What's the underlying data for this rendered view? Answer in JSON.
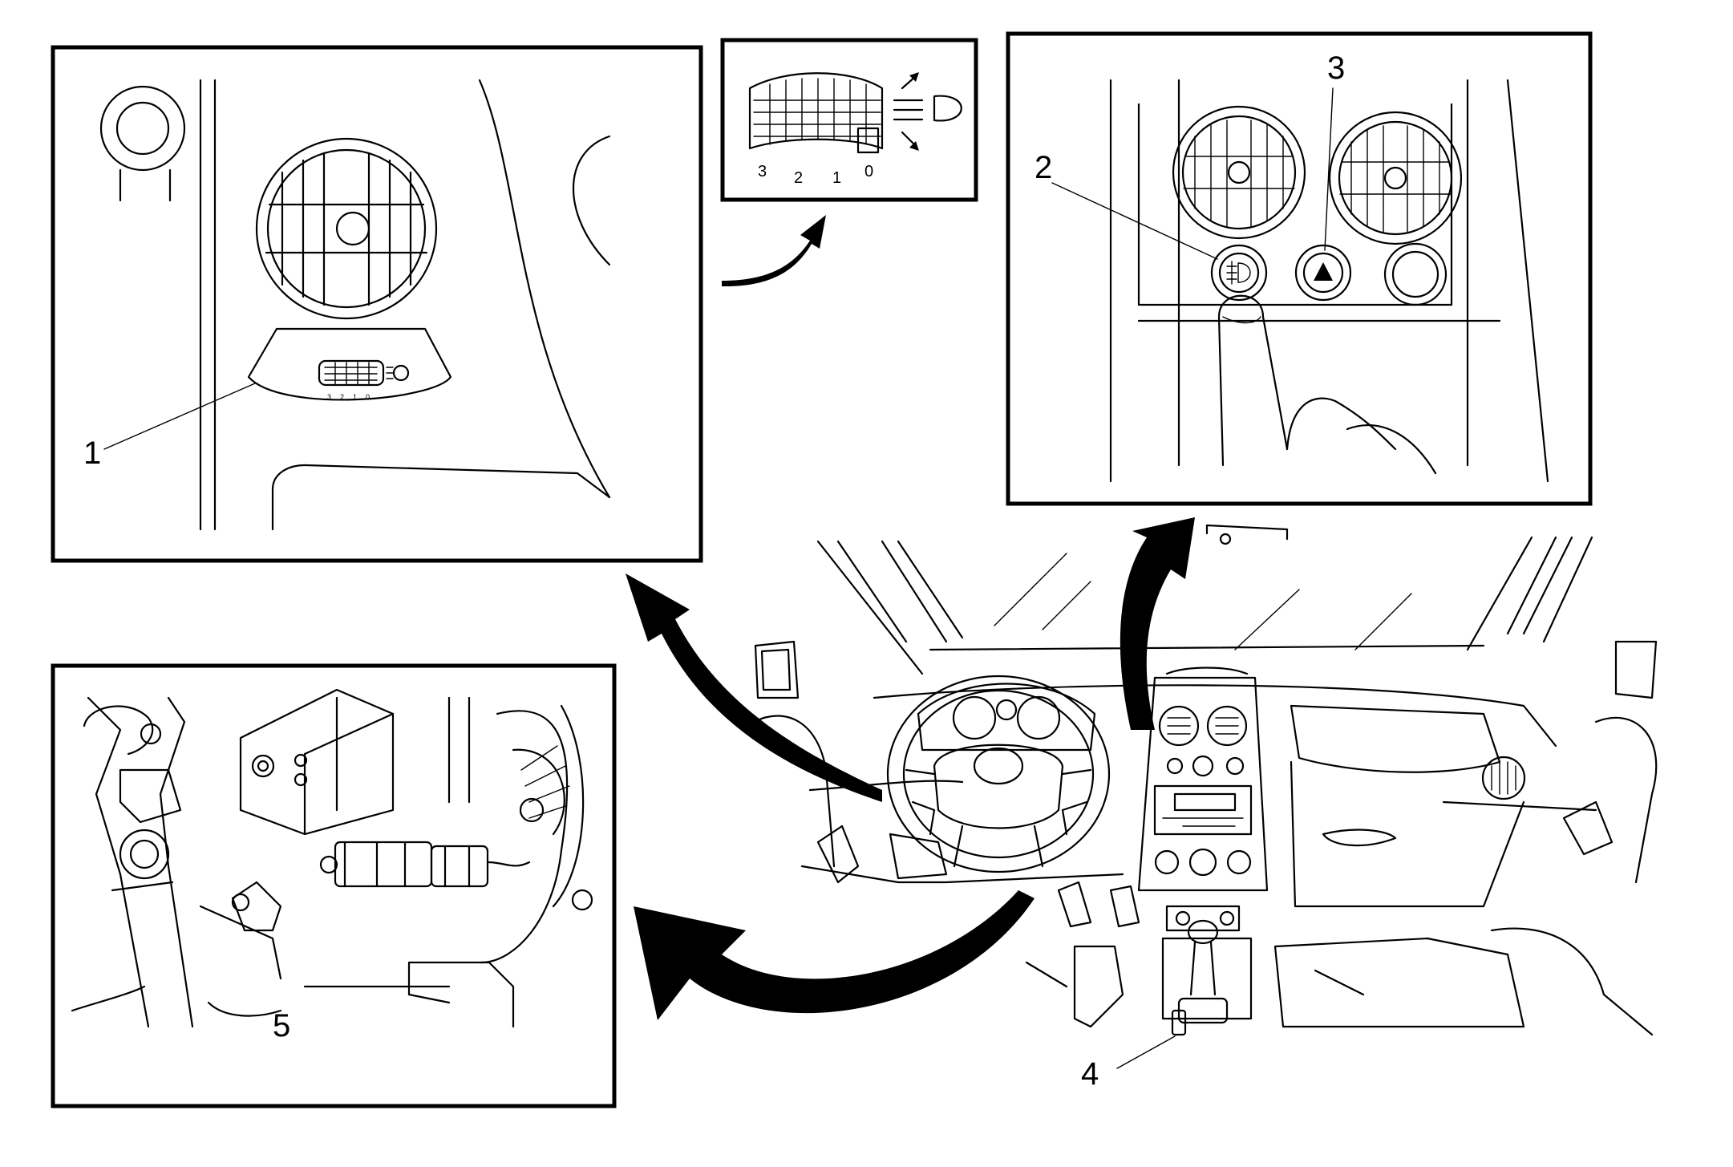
{
  "callouts": {
    "c1": "1",
    "c2": "2",
    "c3": "3",
    "c4": "4",
    "c5": "5"
  },
  "headlamp_dial_scale": [
    "3",
    "2",
    "1",
    "0"
  ],
  "icons": {
    "fog_lamp_switch": "fog-lamp-symbol",
    "hazard_switch": "hazard-triangle",
    "headlamp_leveling": "headlamp-beam-symbol"
  },
  "colors": {
    "line": "#000000",
    "background": "#ffffff"
  }
}
